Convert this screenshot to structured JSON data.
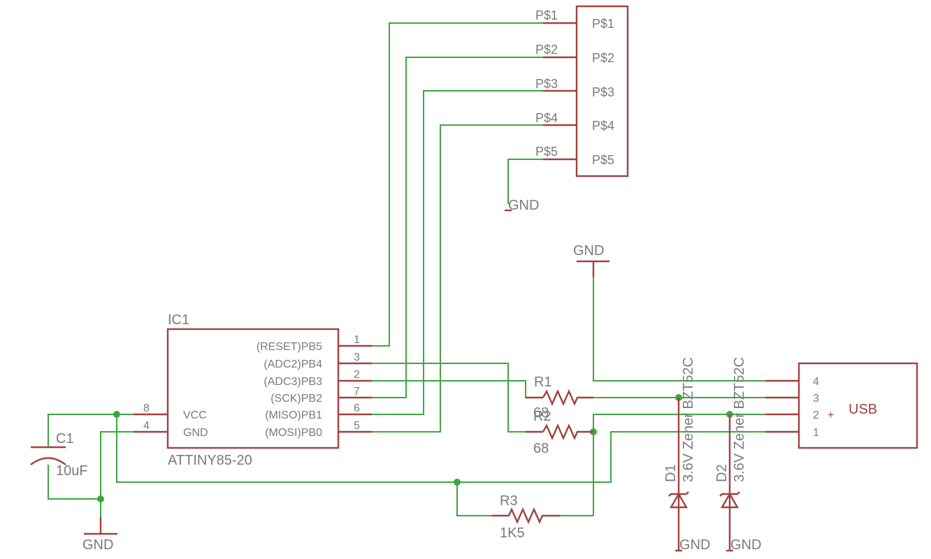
{
  "header": {
    "pins": [
      "P$1",
      "P$2",
      "P$3",
      "P$4",
      "P$5"
    ],
    "pin_numbers": [
      "P$1",
      "P$2",
      "P$3",
      "P$4",
      "P$5"
    ]
  },
  "ic": {
    "name": "IC1",
    "value": "ATTINY85-20",
    "right_pins": [
      "(RESET)PB5",
      "(ADC2)PB4",
      "(ADC3)PB3",
      "(SCK)PB2",
      "(MISO)PB1",
      "(MOSI)PB0"
    ],
    "right_numbers": [
      "1",
      "3",
      "2",
      "7",
      "6",
      "5"
    ],
    "left_pins": [
      "VCC",
      "GND"
    ],
    "left_numbers": [
      "8",
      "4"
    ]
  },
  "c1": {
    "name": "C1",
    "value": "10uF"
  },
  "r1": {
    "name": "R1",
    "value": "68"
  },
  "r2": {
    "name": "R2",
    "value": "68"
  },
  "r3": {
    "name": "R3",
    "value": "1K5"
  },
  "d1": {
    "name": "D1",
    "value": "3.6V Zener BZT52C"
  },
  "d2": {
    "name": "D2",
    "value": "3.6V Zener BZT52C"
  },
  "usb": {
    "name": "USB",
    "pins": [
      "4",
      "3",
      "2",
      "1"
    ],
    "plus": "+"
  },
  "gnd_label": "GND"
}
